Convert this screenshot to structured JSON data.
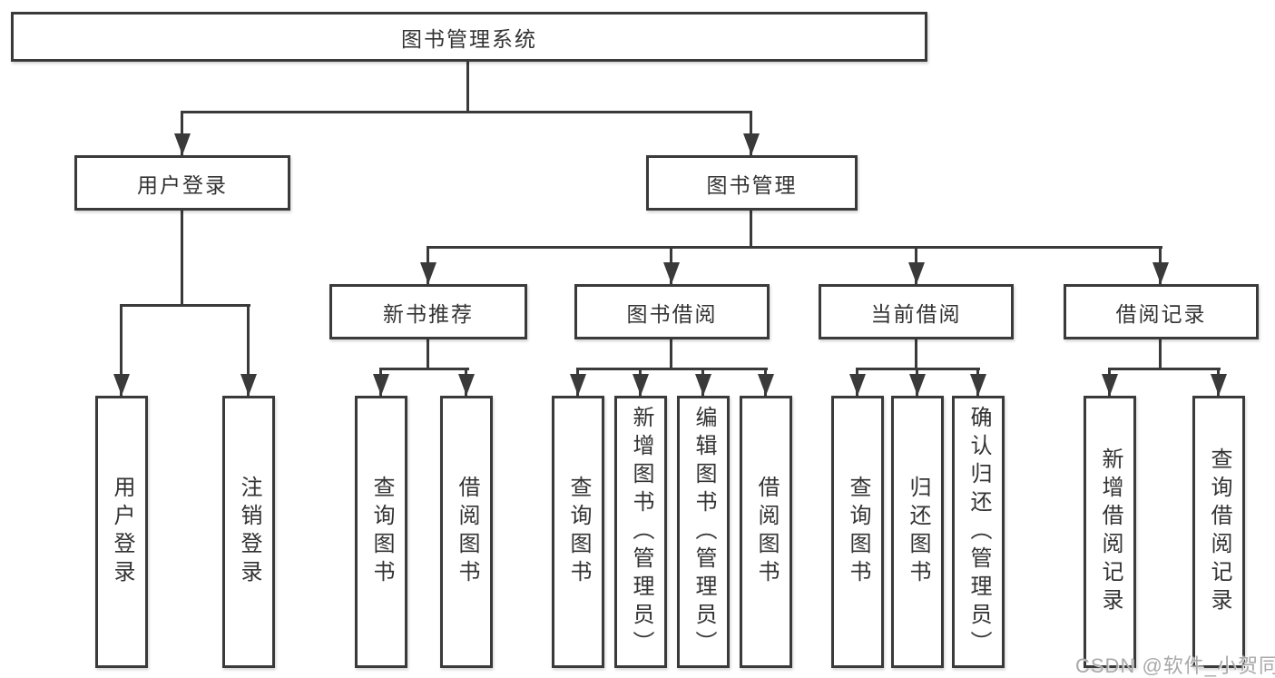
{
  "tree": {
    "root": {
      "label": "图书管理系统"
    },
    "user_login": {
      "label": "用户登录",
      "children": [
        {
          "label": "用户登录"
        },
        {
          "label": "注销登录"
        }
      ]
    },
    "book_management": {
      "label": "图书管理",
      "sections": [
        {
          "label": "新书推荐",
          "children": [
            {
              "label": "查询图书"
            },
            {
              "label": "借阅图书"
            }
          ]
        },
        {
          "label": "图书借阅",
          "children": [
            {
              "label": "查询图书"
            },
            {
              "label": "新增图书（管理员）"
            },
            {
              "label": "编辑图书（管理员）"
            },
            {
              "label": "借阅图书"
            }
          ]
        },
        {
          "label": "当前借阅",
          "children": [
            {
              "label": "查询图书"
            },
            {
              "label": "归还图书"
            },
            {
              "label": "确认归还（管理员）"
            }
          ]
        },
        {
          "label": "借阅记录",
          "children": [
            {
              "label": "新增借阅记录"
            },
            {
              "label": "查询借阅记录"
            }
          ]
        }
      ]
    }
  },
  "watermark": "CSDN @软件_小贺同学",
  "colors": {
    "line": "#3a3a3a",
    "text": "#333333",
    "box_background": "#ffffff",
    "background": "#ffffff",
    "watermark": "#a9a9a9"
  }
}
